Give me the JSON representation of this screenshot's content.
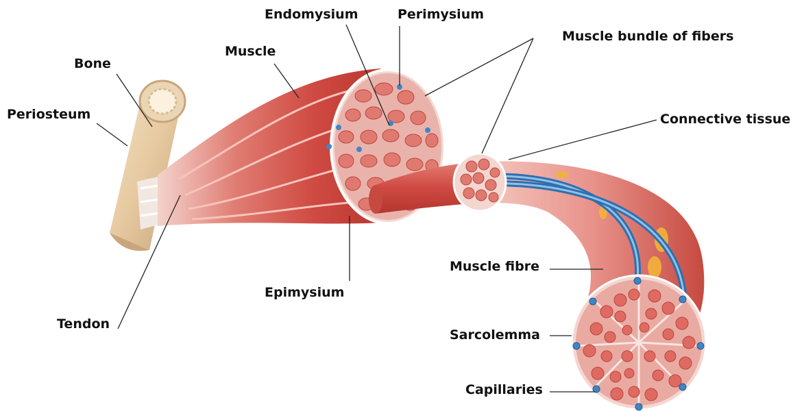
{
  "labels": {
    "endomysium": "Endomysium",
    "perimysium": "Perimysium",
    "muscle_bundle": "Muscle bundle of fibers",
    "muscle": "Muscle",
    "bone": "Bone",
    "periosteum": "Periosteum",
    "connective_tissue": "Connective tissue",
    "epimysium": "Epimysium",
    "tendon": "Tendon",
    "muscle_fibre": "Muscle fibre",
    "sarcolemma": "Sarcolemma",
    "capillaries": "Capillaries"
  },
  "colors": {
    "muscle_red": "#cf4a42",
    "muscle_light": "#f0b2a8",
    "fiber_pink": "#e8827a",
    "bone_tan": "#e8cfa8",
    "tendon_white": "#f4ece6",
    "capillary_blue": "#3f86c6",
    "leader_line": "#222222"
  }
}
